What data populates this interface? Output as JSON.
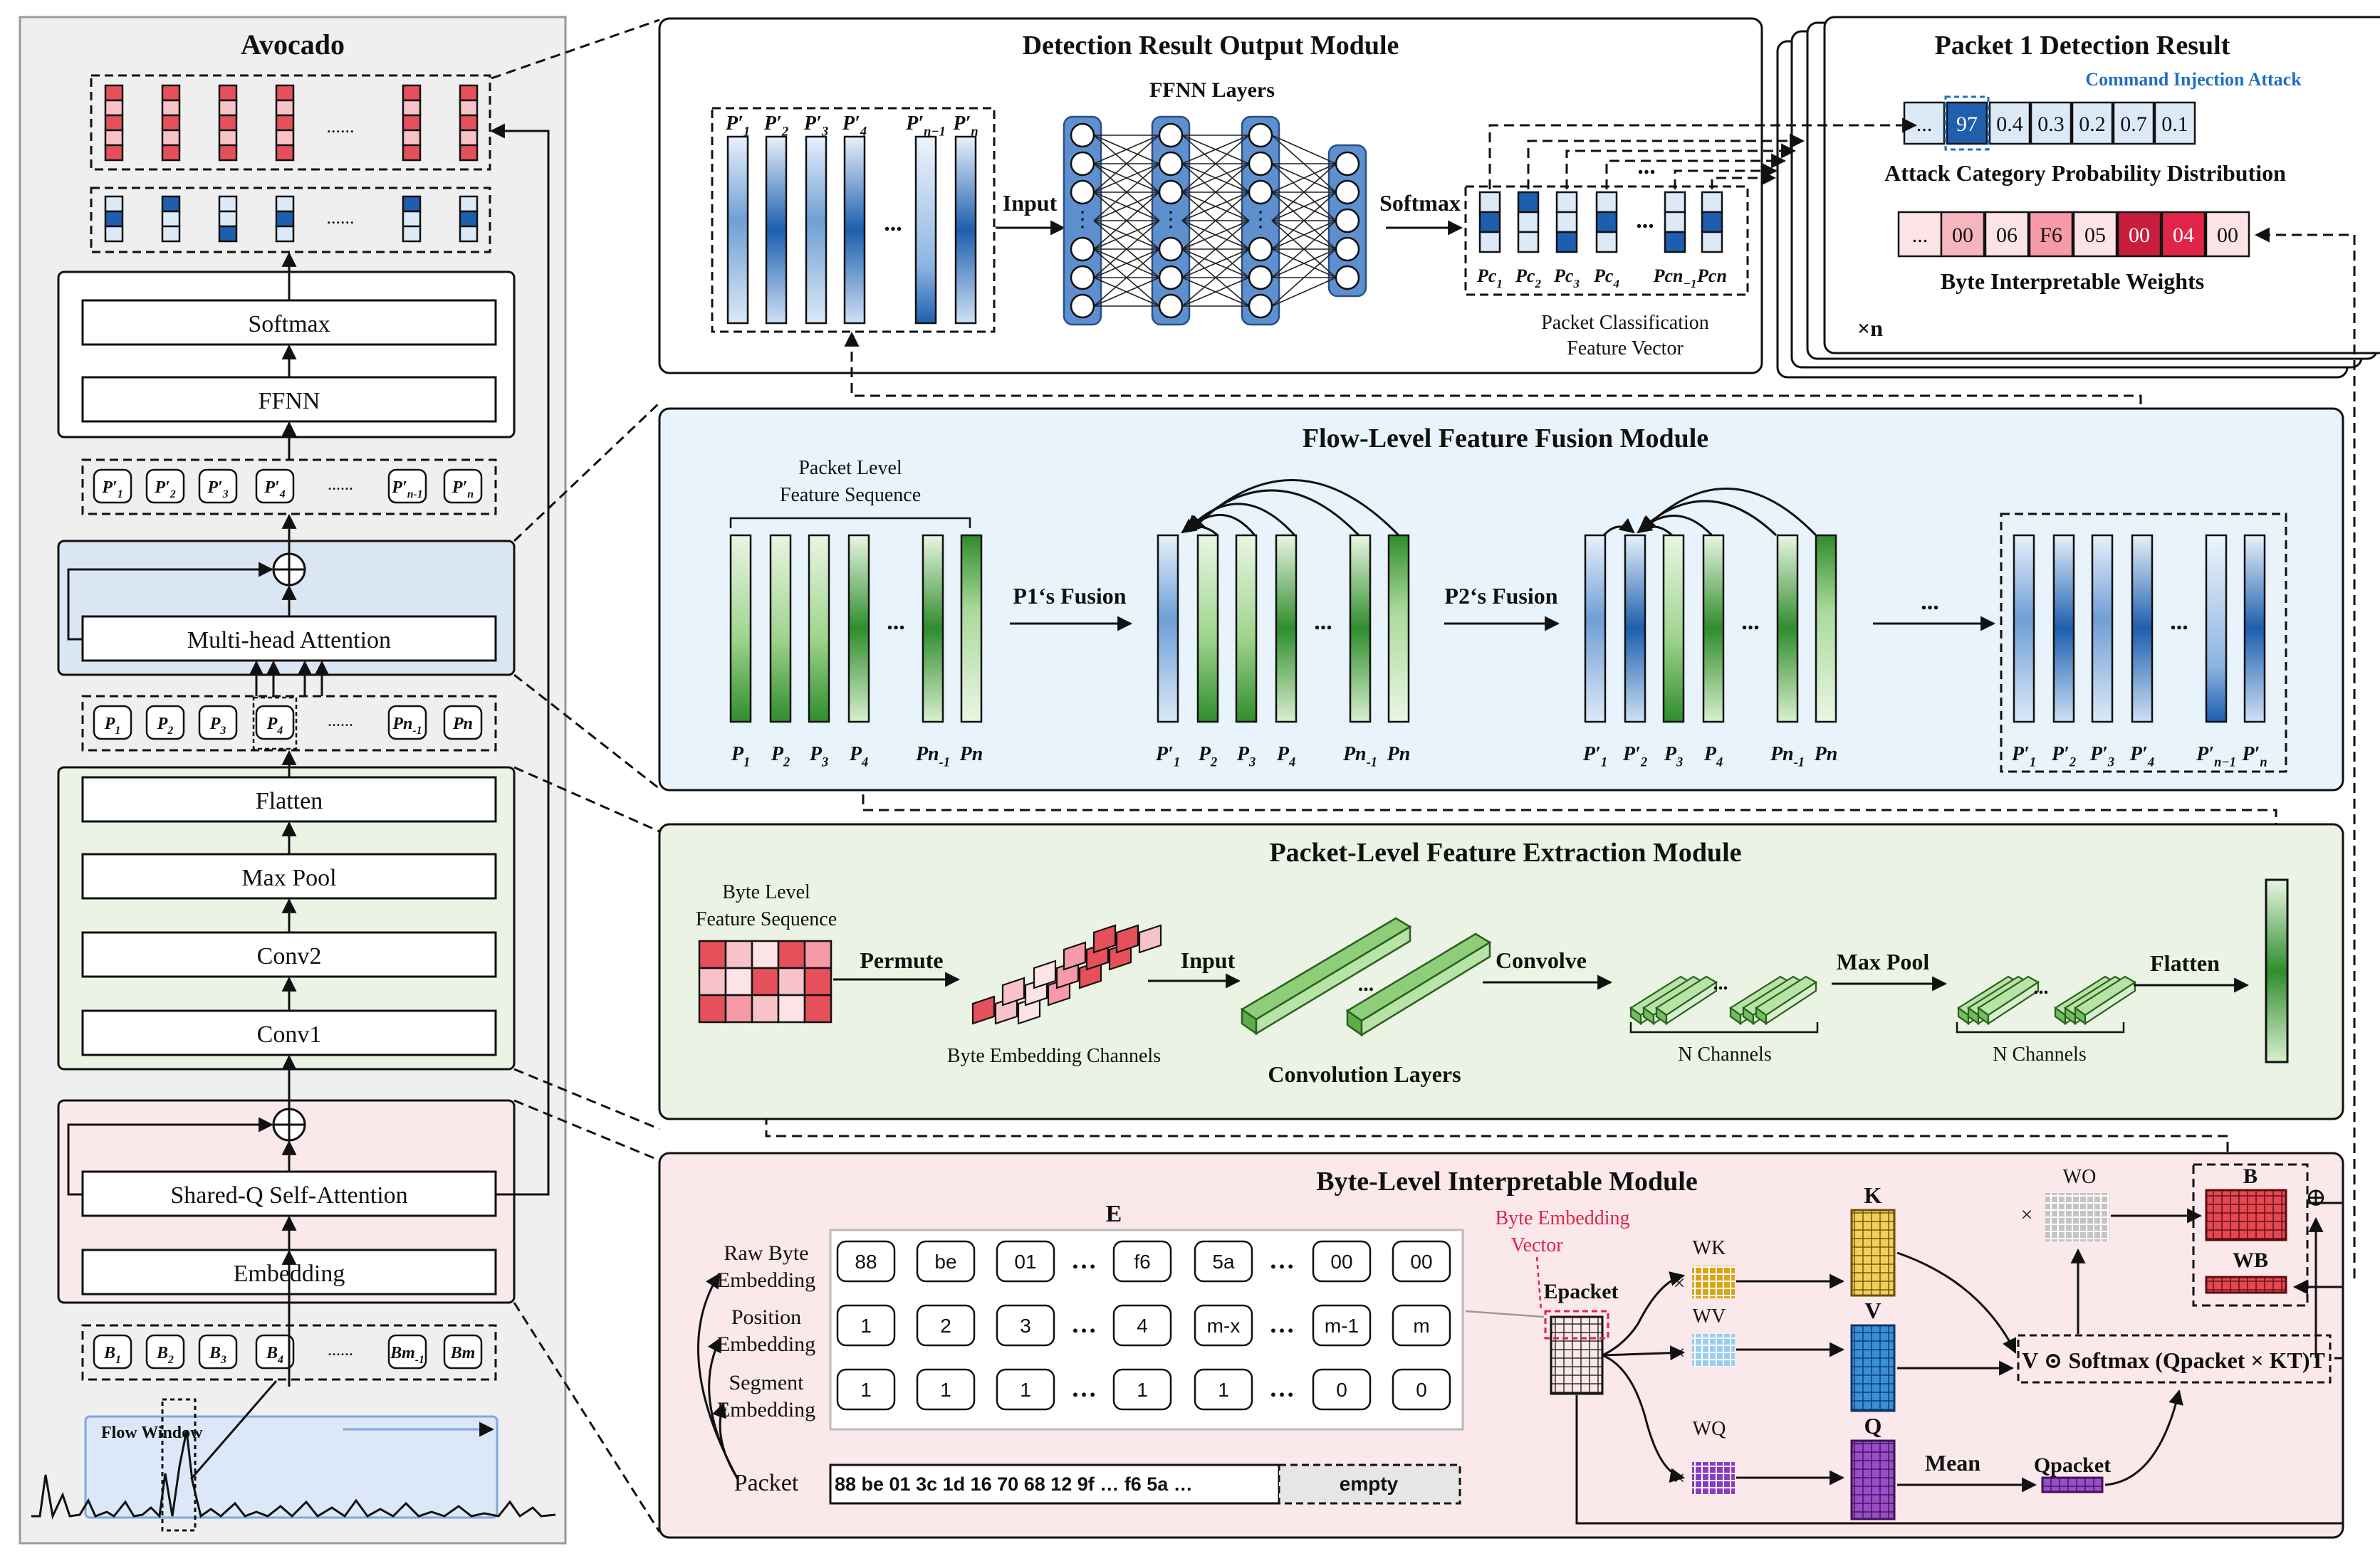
{
  "avocado": {
    "title": "Avocado",
    "ellipsis": "......",
    "softmax": "Softmax",
    "ffnn": "FFNN",
    "mha": "Multi-head Attention",
    "flatten": "Flatten",
    "maxpool": "Max Pool",
    "conv2": "Conv2",
    "conv1": "Conv1",
    "sharedq": "Shared-Q Self-Attention",
    "embedding": "Embedding",
    "flow_window": "Flow Window",
    "pprime_tokens": [
      "P′1",
      "P′2",
      "P′3",
      "P′4",
      "P′n-1",
      "P′n"
    ],
    "p_tokens": [
      "P1",
      "P2",
      "P3",
      "P4",
      "Pn-1",
      "Pn"
    ],
    "b_tokens": [
      "B1",
      "B2",
      "B3",
      "B4",
      "Bm-1",
      "Bm"
    ]
  },
  "detection": {
    "title": "Detection Result Output Module",
    "ffnn_layers": "FFNN Layers",
    "input": "Input",
    "softmax": "Softmax",
    "dots": "...",
    "pc_vector_line1": "Packet Classification",
    "pc_vector_line2": "Feature Vector",
    "pprime_labels": [
      "P′1",
      "P′2",
      "P′3",
      "P′4",
      "P′n−1",
      "P′n"
    ],
    "pc_labels": [
      "Pc1",
      "Pc2",
      "Pc3",
      "Pc4",
      "Pcn−1",
      "Pcn"
    ]
  },
  "result": {
    "title": "Packet 1 Detection Result",
    "attack": "Command Injection Attack",
    "prob_values": [
      "...",
      "97",
      "0.4",
      "0.3",
      "0.2",
      "0.7",
      "0.1"
    ],
    "prob_label": "Attack Category Probability Distribution",
    "byte_values": [
      "...",
      "00",
      "06",
      "F6",
      "05",
      "00",
      "04",
      "00"
    ],
    "byte_label": "Byte Interpretable Weights",
    "times_n": "×n"
  },
  "fusion": {
    "title": "Flow-Level Feature Fusion Module",
    "seq_line1": "Packet Level",
    "seq_line2": "Feature Sequence",
    "p1_fusion": "P1‘s Fusion",
    "p2_fusion": "P2‘s Fusion",
    "dots": "...",
    "labels_a": [
      "P1",
      "P2",
      "P3",
      "P4",
      "Pn-1",
      "Pn"
    ],
    "labels_b": [
      "P′1",
      "P2",
      "P3",
      "P4",
      "Pn-1",
      "Pn"
    ],
    "labels_c": [
      "P′1",
      "P′2",
      "P3",
      "P4",
      "Pn-1",
      "Pn"
    ],
    "labels_d": [
      "P′1",
      "P′2",
      "P′3",
      "P′4",
      "P′n−1",
      "P′n"
    ]
  },
  "extraction": {
    "title": "Packet-Level Feature Extraction Module",
    "byte_seq_line1": "Byte Level",
    "byte_seq_line2": "Feature Sequence",
    "permute": "Permute",
    "input": "Input",
    "convolve": "Convolve",
    "maxpool": "Max Pool",
    "flatten": "Flatten",
    "byte_channels": "Byte Embedding Channels",
    "conv_layers": "Convolution Layers",
    "n_channels_1": "N Channels",
    "n_channels_2": "N Channels",
    "dots": "..."
  },
  "bytelevel": {
    "title": "Byte-Level Interpretable Module",
    "e_label": "E",
    "raw_line1": "Raw Byte",
    "raw_line2": "Embedding",
    "pos_line1": "Position",
    "pos_line2": "Embedding",
    "seg_line1": "Segment",
    "seg_line2": "Embedding",
    "packet": "Packet",
    "raw_row": [
      "88",
      "be",
      "01",
      "…",
      "f6",
      "5a",
      "…",
      "00",
      "00"
    ],
    "pos_row": [
      "1",
      "2",
      "3",
      "…",
      "4",
      "m-x",
      "…",
      "m-1",
      "m"
    ],
    "seg_row": [
      "1",
      "1",
      "1",
      "…",
      "1",
      "1",
      "…",
      "0",
      "0"
    ],
    "packet_bytes": "88  be  01  3c  1d  16  70  68  12  9f  …  f6  5a  …",
    "empty": "empty",
    "bev_line1": "Byte Embedding",
    "bev_line2": "Vector",
    "e_packet": "Epacket",
    "wk": "WK",
    "wv": "WV",
    "wq": "WQ",
    "wo": "WO",
    "k": "K",
    "v": "V",
    "q": "Q",
    "b": "B",
    "wb": "WB",
    "mean": "Mean",
    "q_packet": "Qpacket",
    "times": "×",
    "oplus": "⊕",
    "formula": "V ⊙ Softmax (Qpacket × KT)T"
  },
  "colors": {
    "border": "#1a1a1a",
    "avocado_bg": "#efefef",
    "blue_module": "#e8f3fb",
    "green_module": "#ebf4e4",
    "pink_module": "#fbe8ea",
    "blue_mha": "#dae6f3",
    "accent_blue": "#1f6fc6",
    "accent_red": "#e0244a"
  }
}
